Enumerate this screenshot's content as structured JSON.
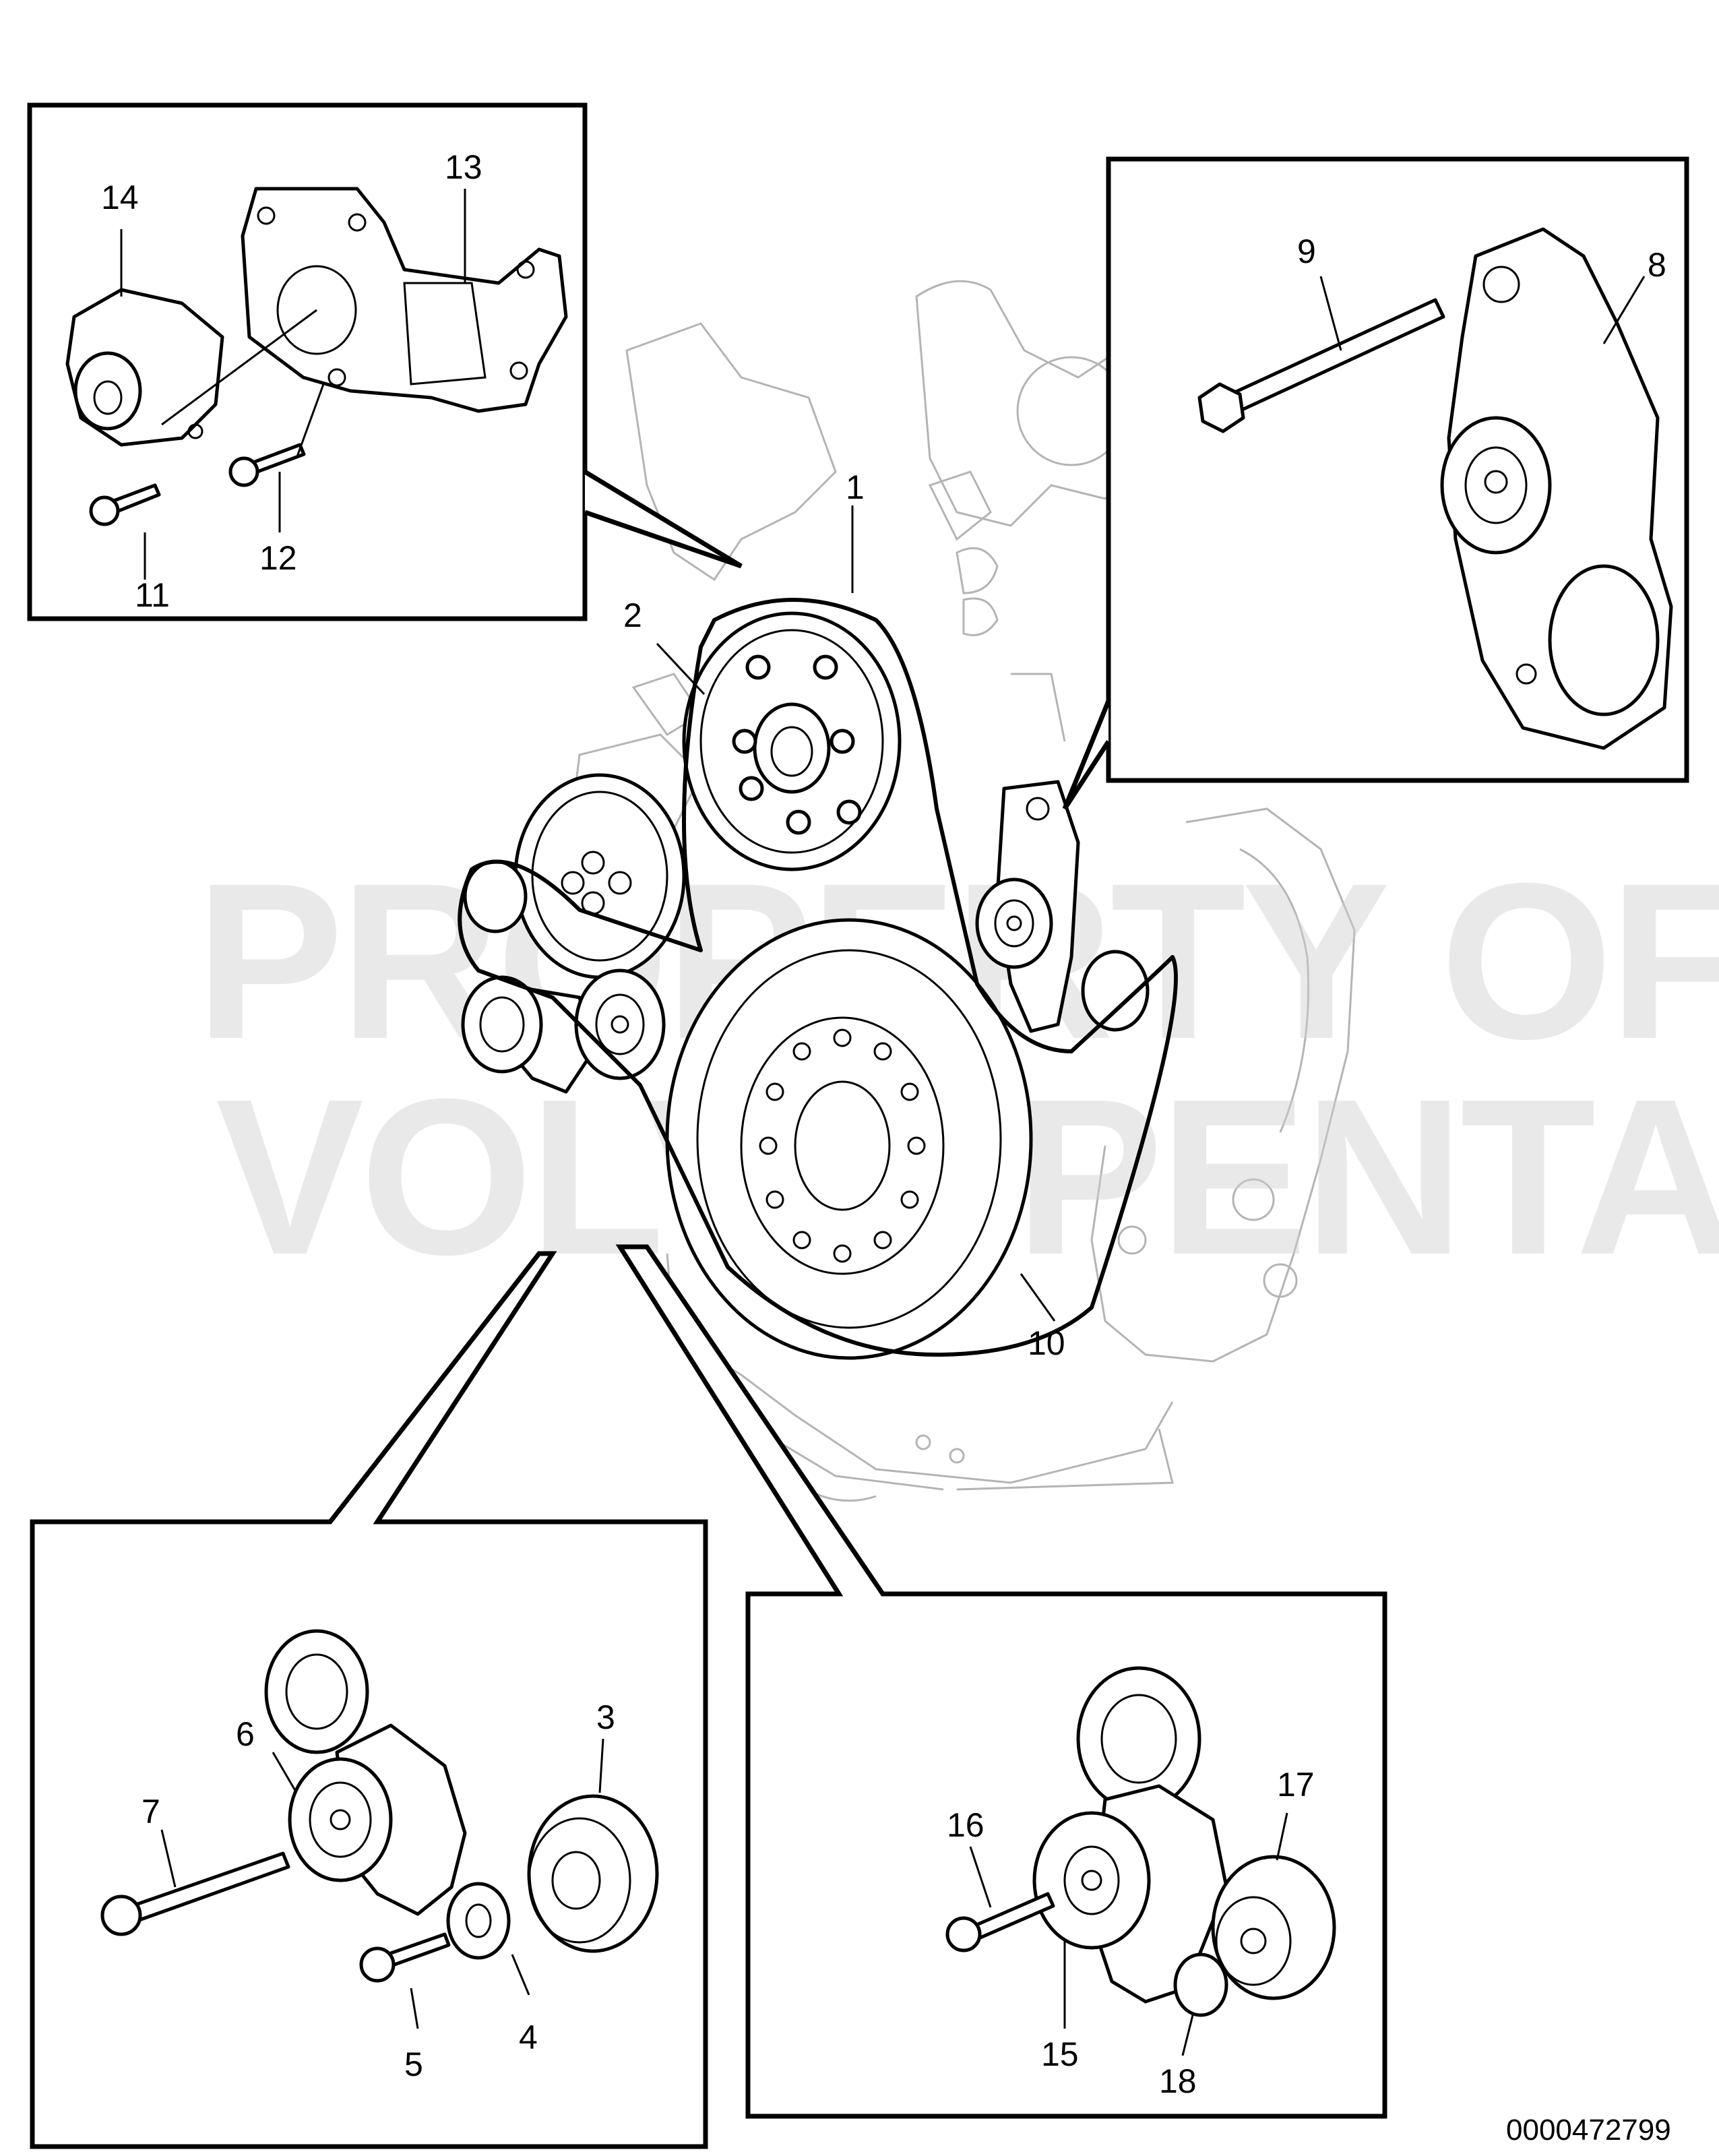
{
  "callouts": {
    "p1": "1",
    "p2": "2",
    "p3": "3",
    "p4": "4",
    "p5": "5",
    "p6": "6",
    "p7": "7",
    "p8": "8",
    "p9": "9",
    "p10": "10",
    "p11": "11",
    "p12": "12",
    "p13": "13",
    "p14": "14",
    "p15": "15",
    "p16": "16",
    "p17": "17",
    "p18": "18"
  },
  "watermark": {
    "line1": "PROPERTY OF",
    "line2": "VOLVO PENTA"
  },
  "document_number": "0000472799"
}
